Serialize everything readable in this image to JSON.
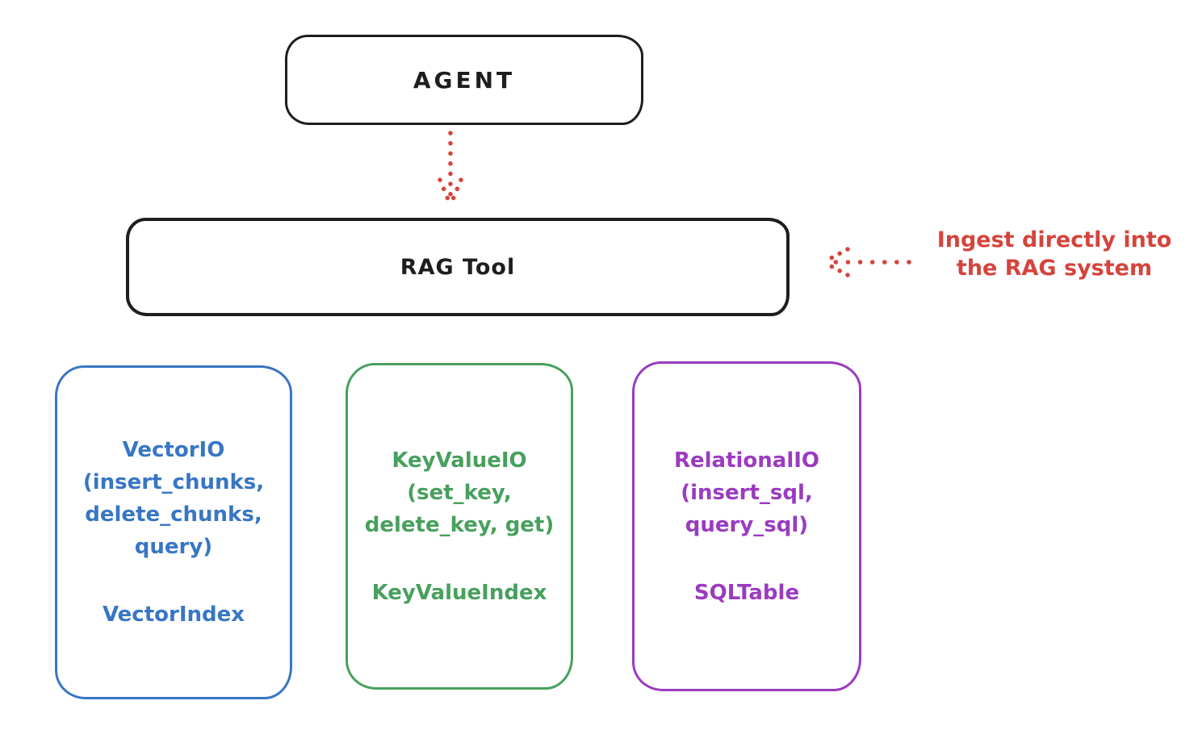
{
  "colors": {
    "background": "#ffffff",
    "ink": "#1e1e1e",
    "red": "#d5443c",
    "blue": "#3876c4",
    "green": "#47a05d",
    "purple": "#9a3bc0"
  },
  "agent_box": {
    "label": "AGENT"
  },
  "rag_box": {
    "label": "RAG Tool"
  },
  "annotation": {
    "text": "Ingest directly into\nthe RAG system"
  },
  "io_boxes": [
    {
      "title": "VectorIO",
      "methods": "(insert_chunks,\ndelete_chunks,\nquery)",
      "index_label": "VectorIndex",
      "color": "#3876c4"
    },
    {
      "title": "KeyValueIO",
      "methods": "(set_key,\ndelete_key, get)",
      "index_label": "KeyValueIndex",
      "color": "#47a05d"
    },
    {
      "title": "RelationalIO",
      "methods": "(insert_sql,\nquery_sql)",
      "index_label": "SQLTable",
      "color": "#9a3bc0"
    }
  ]
}
